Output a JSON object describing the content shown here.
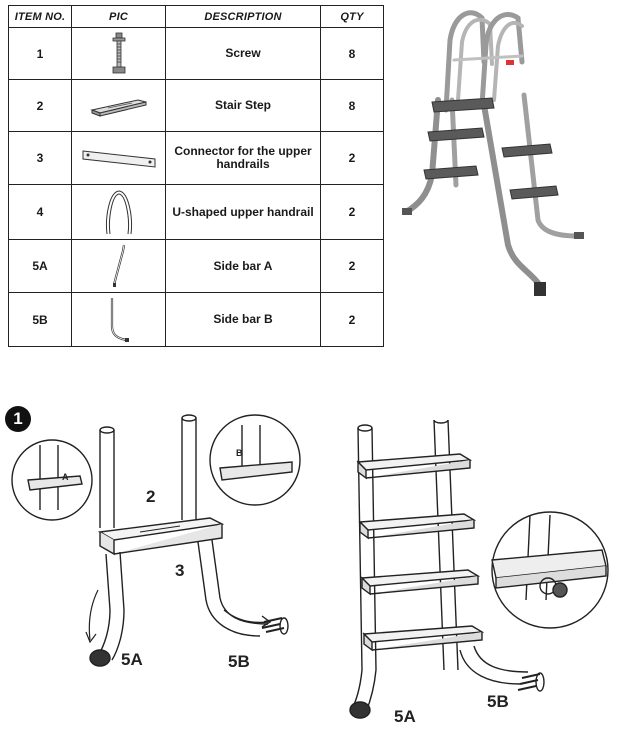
{
  "table": {
    "headers": {
      "item_no": "ITEM NO.",
      "pic": "PIC",
      "description": "DESCRIPTION",
      "qty": "QTY"
    },
    "rows": [
      {
        "item": "1",
        "pic_icon": "screw-icon",
        "description": "Screw",
        "qty": "8"
      },
      {
        "item": "2",
        "pic_icon": "stair-step-icon",
        "description": "Stair Step",
        "qty": "8"
      },
      {
        "item": "3",
        "pic_icon": "connector-icon",
        "description": "Connector for the upper handrails",
        "qty": "2"
      },
      {
        "item": "4",
        "pic_icon": "u-handrail-icon",
        "description": "U-shaped upper handrail",
        "qty": "2"
      },
      {
        "item": "5A",
        "pic_icon": "side-bar-a-icon",
        "description": "Side bar A",
        "qty": "2"
      },
      {
        "item": "5B",
        "pic_icon": "side-bar-b-icon",
        "description": "Side bar B",
        "qty": "2"
      }
    ]
  },
  "step": {
    "number": "1"
  },
  "diagram_labels": {
    "part_2": "2",
    "part_3": "3",
    "side_a_left": "5A",
    "side_b_left": "5B",
    "side_a_right": "5A",
    "side_b_right": "5B",
    "callout_a": "A",
    "callout_b": "B"
  }
}
